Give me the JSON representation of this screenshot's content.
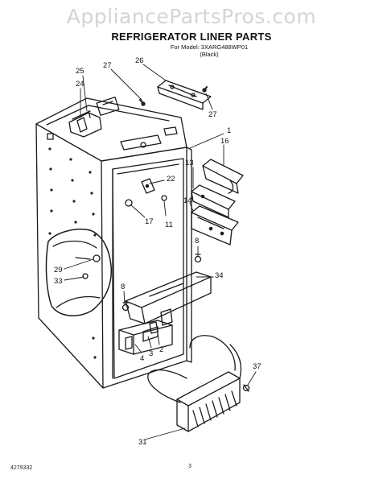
{
  "watermark": "AppliancePartsPros.com",
  "header": {
    "title": "REFRIGERATOR LINER PARTS",
    "model_line": "For Model: 3XARG488WP01",
    "color_line": "(Black)"
  },
  "footer": {
    "doc_number": "4279332",
    "page_number": "3"
  },
  "part_labels": [
    {
      "id": "p25",
      "text": "25"
    },
    {
      "id": "p27a",
      "text": "27"
    },
    {
      "id": "p26",
      "text": "26"
    },
    {
      "id": "p24",
      "text": "24"
    },
    {
      "id": "p27b",
      "text": "27"
    },
    {
      "id": "p1",
      "text": "1"
    },
    {
      "id": "p16",
      "text": "16"
    },
    {
      "id": "p13",
      "text": "13"
    },
    {
      "id": "p22",
      "text": "22"
    },
    {
      "id": "p14",
      "text": "14"
    },
    {
      "id": "p17",
      "text": "17"
    },
    {
      "id": "p11",
      "text": "11"
    },
    {
      "id": "p8a",
      "text": "8"
    },
    {
      "id": "p29",
      "text": "29"
    },
    {
      "id": "p33",
      "text": "33"
    },
    {
      "id": "p34",
      "text": "34"
    },
    {
      "id": "p8b",
      "text": "8"
    },
    {
      "id": "p4",
      "text": "4"
    },
    {
      "id": "p3",
      "text": "3"
    },
    {
      "id": "p2",
      "text": "2"
    },
    {
      "id": "p37",
      "text": "37"
    },
    {
      "id": "p31",
      "text": "31"
    }
  ]
}
